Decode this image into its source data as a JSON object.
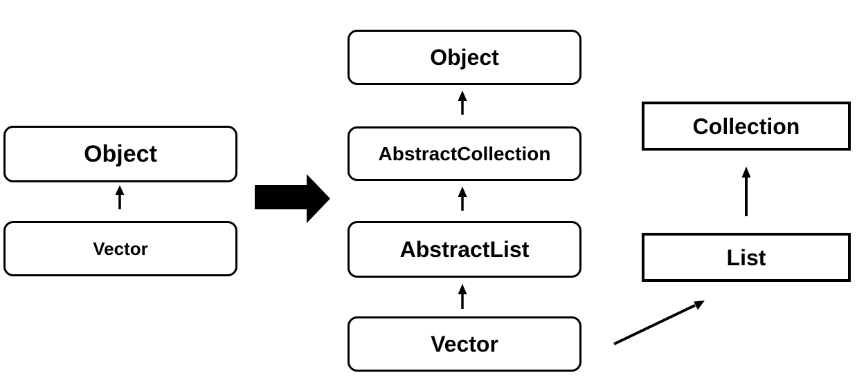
{
  "nodes": {
    "before_object": "Object",
    "before_vector": "Vector",
    "after_object": "Object",
    "after_abstract_collection": "AbstractCollection",
    "after_abstract_list": "AbstractList",
    "after_vector": "Vector",
    "interface_collection": "Collection",
    "interface_list": "List"
  },
  "edges": [
    {
      "from": "Vector",
      "to": "Object",
      "section": "before",
      "style": "arrow-up"
    },
    {
      "from": "Vector",
      "to": "AbstractList",
      "section": "after",
      "style": "arrow-up"
    },
    {
      "from": "AbstractList",
      "to": "AbstractCollection",
      "section": "after",
      "style": "arrow-up"
    },
    {
      "from": "AbstractCollection",
      "to": "Object",
      "section": "after",
      "style": "arrow-up"
    },
    {
      "from": "List",
      "to": "Collection",
      "section": "interfaces",
      "style": "arrow-up"
    },
    {
      "from": "Vector",
      "to": "List",
      "section": "after",
      "style": "arrow-diagonal"
    }
  ],
  "transition": {
    "symbol": "big-right-arrow"
  },
  "colors": {
    "stroke": "#000000",
    "background": "#ffffff",
    "text": "#000000"
  }
}
